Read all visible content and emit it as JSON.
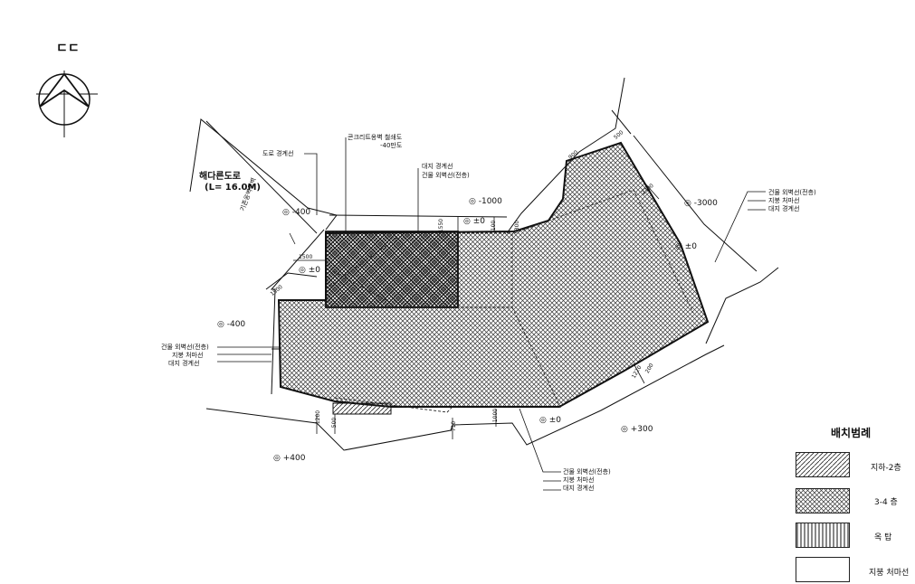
{
  "north_mark": "ㄷㄷ",
  "road": {
    "name": "해다른도로",
    "width": "(L= 16.0M)"
  },
  "callouts": {
    "road_boundary": "도로 경계선",
    "concrete_wall": "콘크리트옹벽 철쇄도",
    "wall_sub": "-40만도",
    "site_boundary_top": "대지 경계선",
    "building_line_top": "건물 외벽선(전층)",
    "existing_wall": "기존옹벽옹벽",
    "left_1": "건물 외벽선(전층)",
    "left_2": "지붕 처마선",
    "left_3": "대지 경계선",
    "right_1": "건물 외벽선(전층)",
    "right_2": "지붕 처마선",
    "right_3": "대지 경계선",
    "bottom_1": "건물 외벽선(전층)",
    "bottom_2": "지붕 처마선",
    "bottom_3": "대지 경계선"
  },
  "levels": {
    "l1": "-400",
    "l2": "-1000",
    "l3": "±0",
    "l4": "-3000",
    "l5": "±0",
    "l6": "±0",
    "l7": "-400",
    "l8": "±0",
    "l9": "+300",
    "l10": "+400"
  },
  "dimensions": {
    "d1": "1500",
    "d2": "1550",
    "d3": "100",
    "d4": "1500",
    "d5": "900",
    "d6": "2300",
    "d7": "500",
    "d8": "1220",
    "d9": "200",
    "d10": "1200",
    "d11": "500",
    "d12": "710",
    "d13": "1000",
    "d14": "300"
  },
  "legend": {
    "title": "배치범례",
    "items": [
      {
        "label": "지하-2층"
      },
      {
        "label": "3-4 층"
      },
      {
        "label": "옥 탑"
      },
      {
        "label": "지붕 처마선"
      }
    ]
  }
}
